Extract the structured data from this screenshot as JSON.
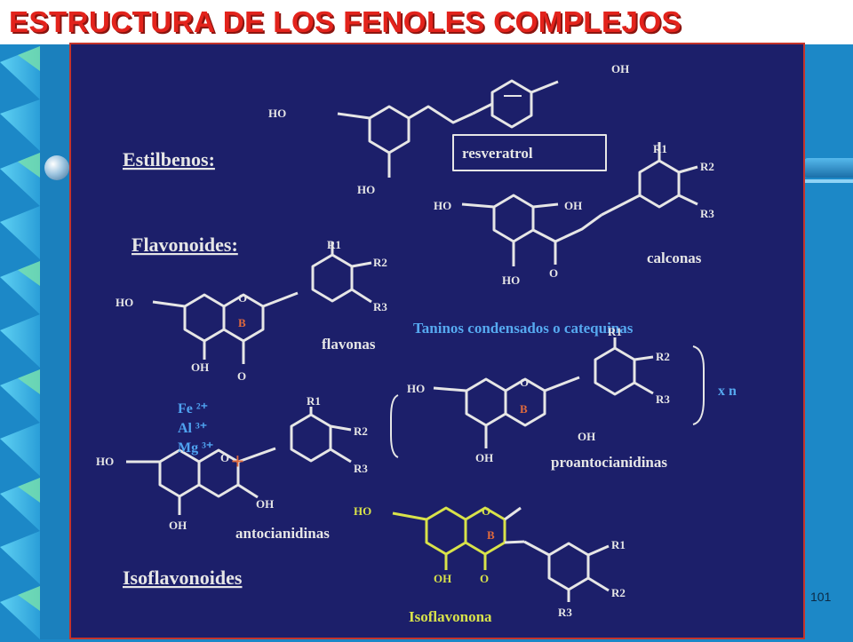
{
  "slide": {
    "title": "ESTRUCTURA DE LOS FENOLES COMPLEJOS",
    "page_number": "101"
  },
  "sections": {
    "estilbenos": "Estilbenos:",
    "flavonoides": "Flavonoides:",
    "isoflavonoides": "Isoflavonoides"
  },
  "compounds": {
    "resveratrol": "resveratrol",
    "calconas": "calconas",
    "flavonas": "flavonas",
    "taninos": "Taninos condensados  o catequinas",
    "proantocianidinas": "proantocianidinas",
    "antocianidinas": "antocianidinas",
    "isoflavonona": "Isoflavonona"
  },
  "labels": {
    "ho": "HO",
    "oh": "OH",
    "o": "O",
    "b": "B",
    "r1": "R1",
    "r2": "R2",
    "r3": "R3",
    "xn": "x n",
    "fe": "Fe ²⁺",
    "al": "Al ³⁺",
    "mg": "Mg ³⁺",
    "plus": "+"
  },
  "colors": {
    "panel": "#1c1f6a",
    "title": "#e3231c",
    "structure": "#e6e6e6",
    "accent": "#e06a3c",
    "ions": "#4fa3f0",
    "isoflavone": "#d8e24a"
  }
}
